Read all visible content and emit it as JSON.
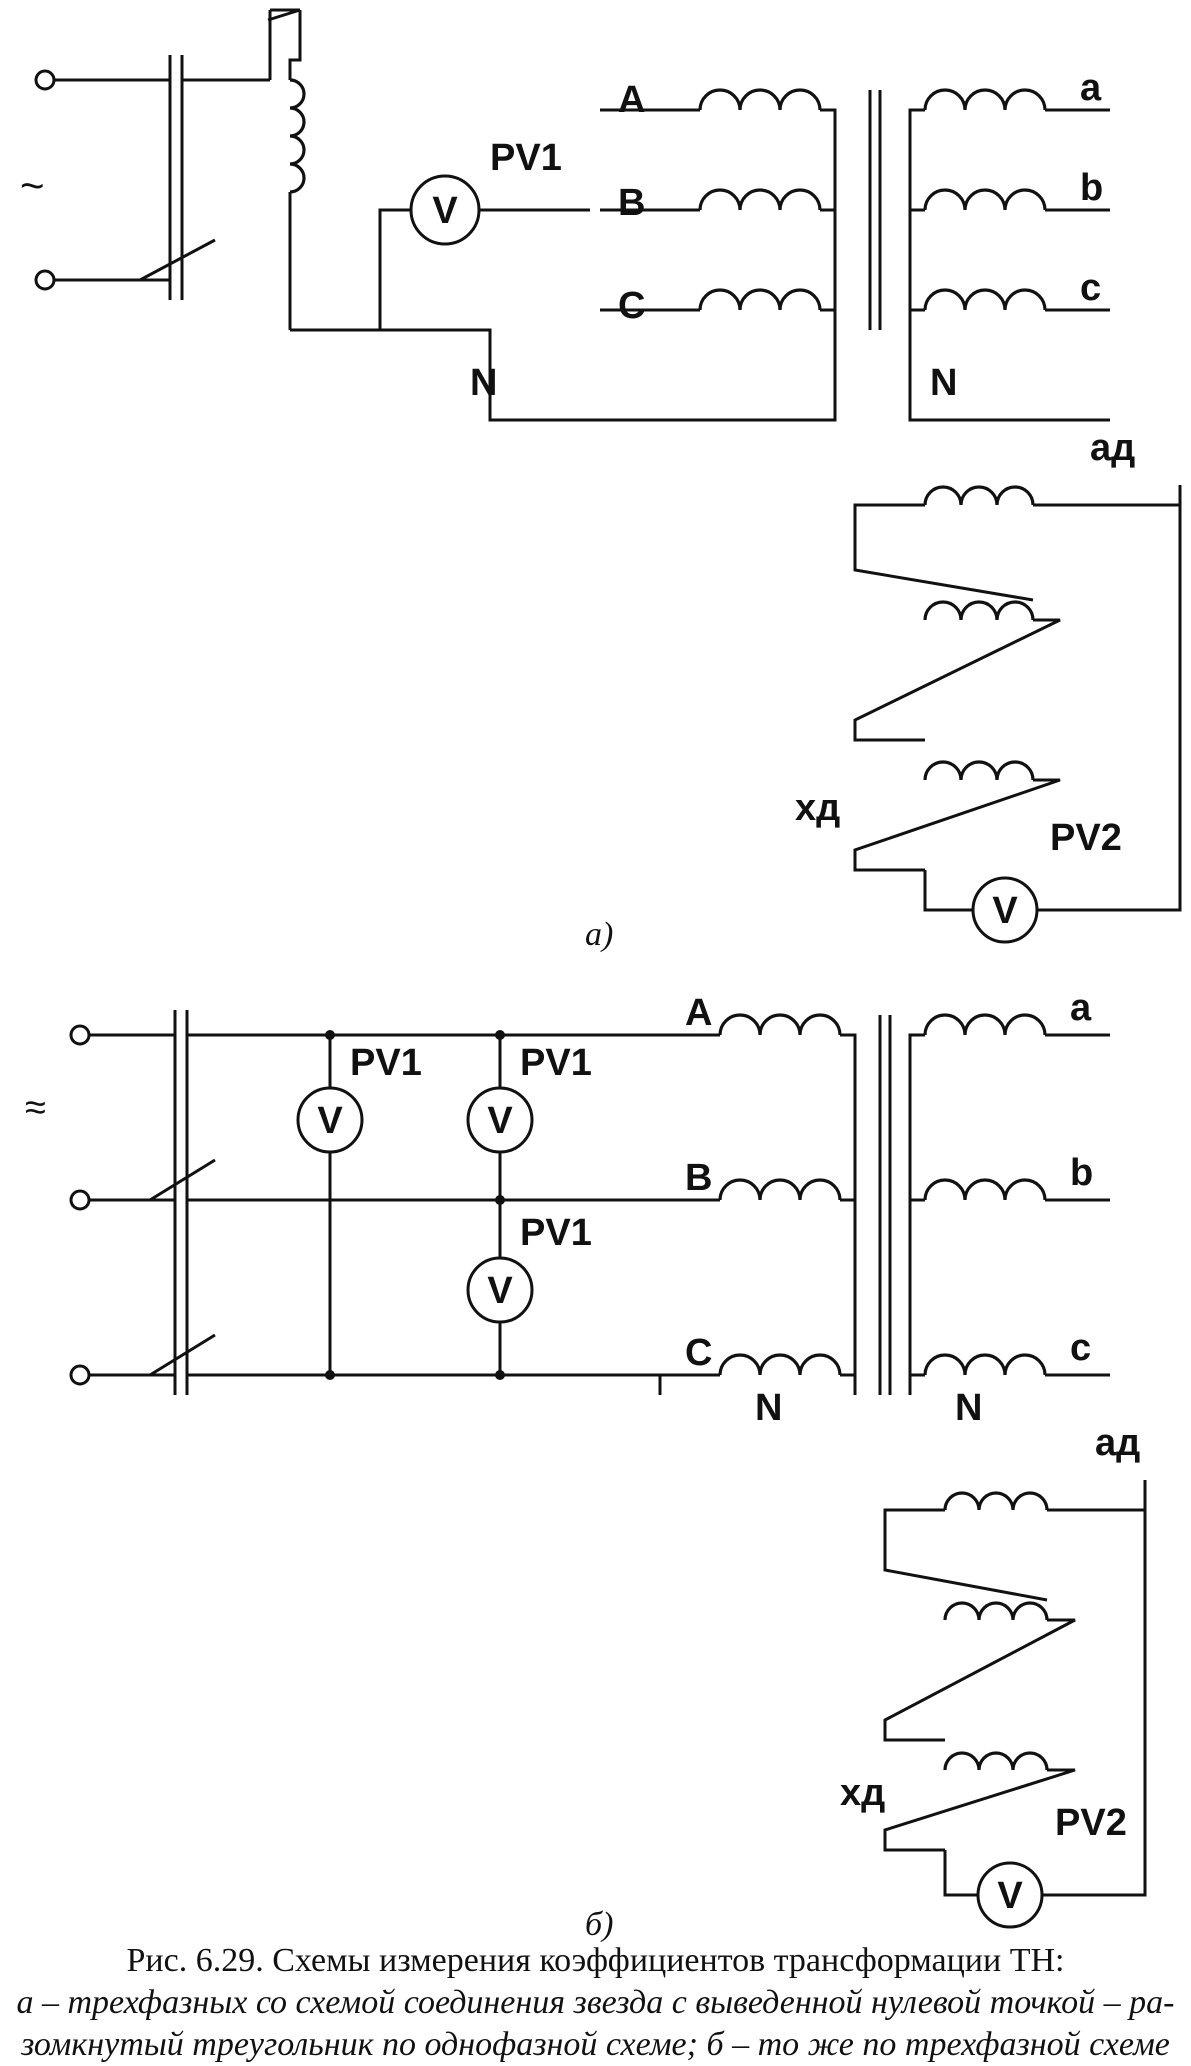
{
  "diagram_a": {
    "source_symbol": "~",
    "pv1": "PV1",
    "pv2": "PV2",
    "voltmeter": "V",
    "primary": [
      "A",
      "B",
      "C",
      "N"
    ],
    "secondary": [
      "a",
      "b",
      "c",
      "N"
    ],
    "open_delta_start": "aд",
    "open_delta_end": "xд",
    "sublabel": "а)"
  },
  "diagram_b": {
    "source_symbol": "≈",
    "pv1": "PV1",
    "pv2": "PV2",
    "voltmeter": "V",
    "primary": [
      "A",
      "B",
      "C",
      "N"
    ],
    "secondary": [
      "a",
      "b",
      "c",
      "N"
    ],
    "open_delta_start": "aд",
    "open_delta_end": "xд",
    "sublabel": "б)"
  },
  "caption": {
    "title": "Рис. 6.29. Схемы измерения коэффициентов трансформации ТН:",
    "line1": "а – трехфазных со схемой соединения звезда с выведенной нулевой точкой – ра-",
    "line2": "зомкнутый треугольник по однофазной схеме; б – то же по трехфазной схеме"
  }
}
